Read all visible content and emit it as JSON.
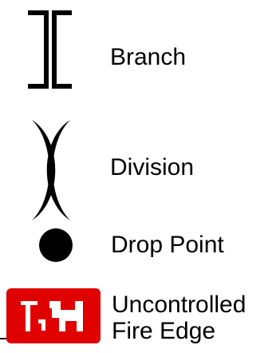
{
  "legend": {
    "items": [
      {
        "label": "Branch",
        "icon": "branch-bracket-icon"
      },
      {
        "label": "Division",
        "icon": "division-parentheses-icon"
      },
      {
        "label": "Drop Point",
        "icon": "drop-point-circle-icon"
      },
      {
        "label_line1": "Uncontrolled",
        "label_line2": "Fire Edge",
        "icon": "uncontrolled-fire-edge-icon"
      }
    ],
    "colors": {
      "symbol": "#000000",
      "fire_edge": "#e00000"
    }
  }
}
